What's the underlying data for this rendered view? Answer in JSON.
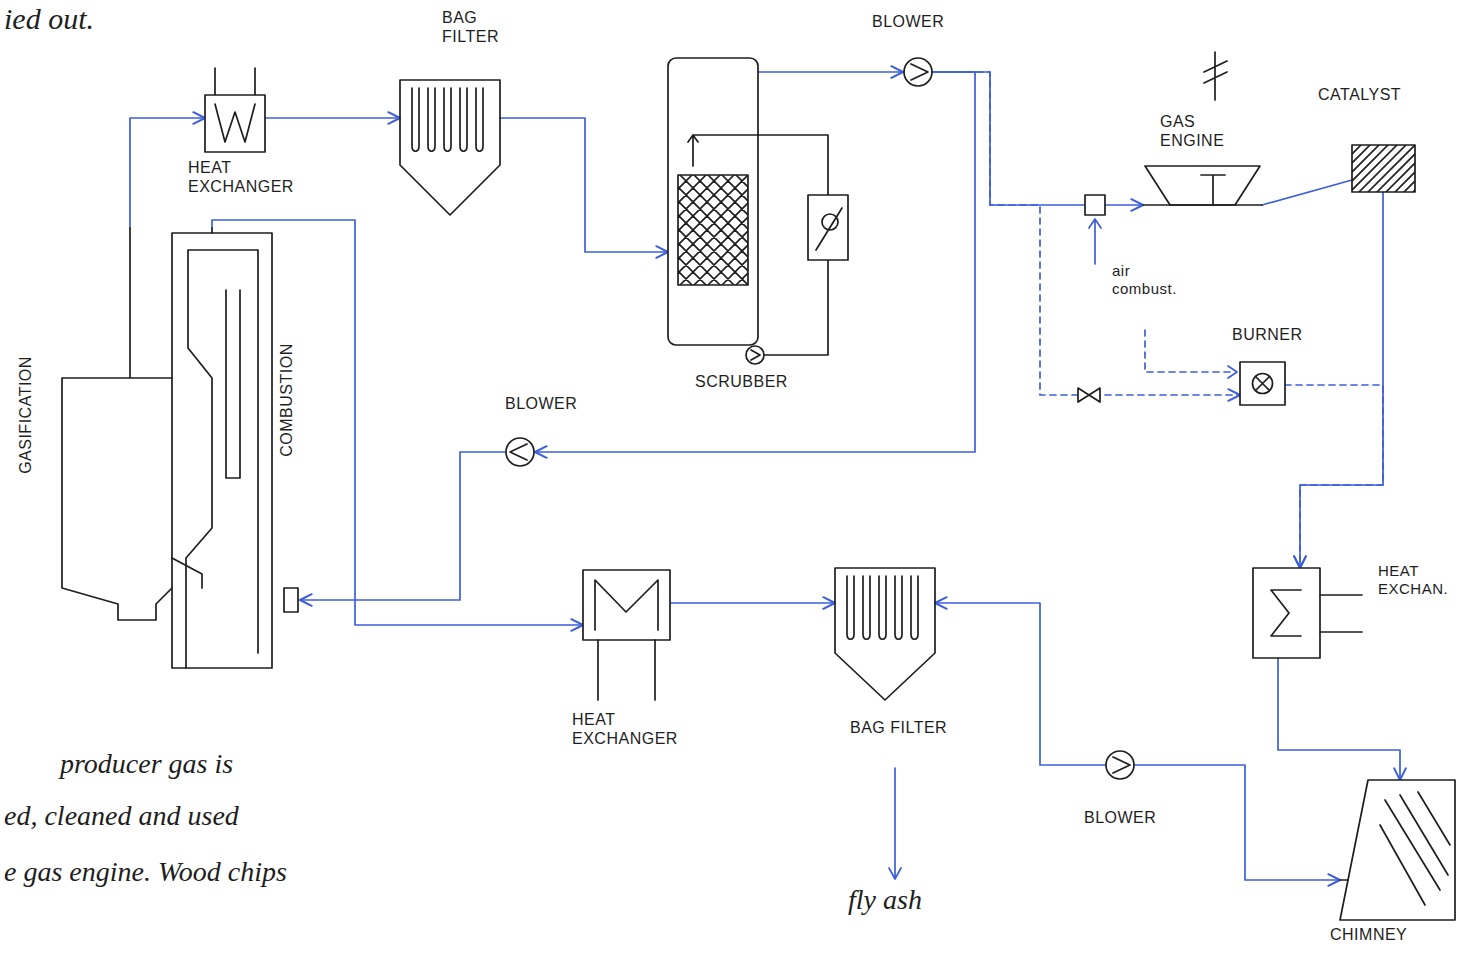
{
  "diagram": {
    "nodes": [
      {
        "text": [
          "GASIFICATION",
          "COMBUSTION"
        ]
      },
      {
        "text": [
          "HEAT EXCHANGER"
        ]
      },
      {
        "text": [
          "BAG FILTER"
        ]
      },
      {
        "text": [
          "SCRUBBER"
        ]
      },
      {
        "text": [
          "BLOWER"
        ]
      },
      {
        "text": [
          "GAS ENGINE"
        ]
      },
      {
        "text": [
          "CATALYST"
        ]
      },
      {
        "text": [
          "BURNER"
        ]
      },
      {
        "text": [
          "BLOWER"
        ]
      },
      {
        "text": [
          "HEAT EXCHANGER"
        ]
      },
      {
        "text": [
          "BAG FILTER"
        ]
      },
      {
        "text": [
          "BLOWER"
        ]
      },
      {
        "text": [
          "HEAT EXCHAN."
        ]
      },
      {
        "text": [
          "CHIMNEY"
        ]
      }
    ],
    "edges": [
      {
        "from": 0,
        "to": 1,
        "arrow": "to"
      },
      {
        "from": 1,
        "to": 2,
        "arrow": "to"
      },
      {
        "from": 2,
        "to": 3,
        "arrow": "to"
      },
      {
        "from": 3,
        "to": 4,
        "arrow": "to"
      },
      {
        "from": 4,
        "to": 5,
        "arrow": "to"
      },
      {
        "from": 4,
        "to": 8,
        "arrow": "to"
      },
      {
        "from": 4,
        "to": 7,
        "arrow": "to"
      },
      {
        "from": 5,
        "to": 6,
        "arrow": "none"
      },
      {
        "from": 6,
        "to": 12,
        "arrow": "to"
      },
      {
        "from": 7,
        "to": 12,
        "arrow": "to"
      },
      {
        "from": 8,
        "to": 0,
        "arrow": "to"
      },
      {
        "from": 0,
        "to": 9,
        "arrow": "to"
      },
      {
        "from": 9,
        "to": 10,
        "arrow": "to"
      },
      {
        "from": 11,
        "to": 10,
        "arrow": "to"
      },
      {
        "from": 11,
        "to": 13,
        "arrow": "to"
      },
      {
        "from": 12,
        "to": 13,
        "arrow": "to"
      }
    ],
    "labels": [
      "ied out.",
      "producer gas is",
      "ed, cleaned and used",
      "e gas engine. Wood chips",
      "air combust.",
      "fly ash"
    ]
  }
}
